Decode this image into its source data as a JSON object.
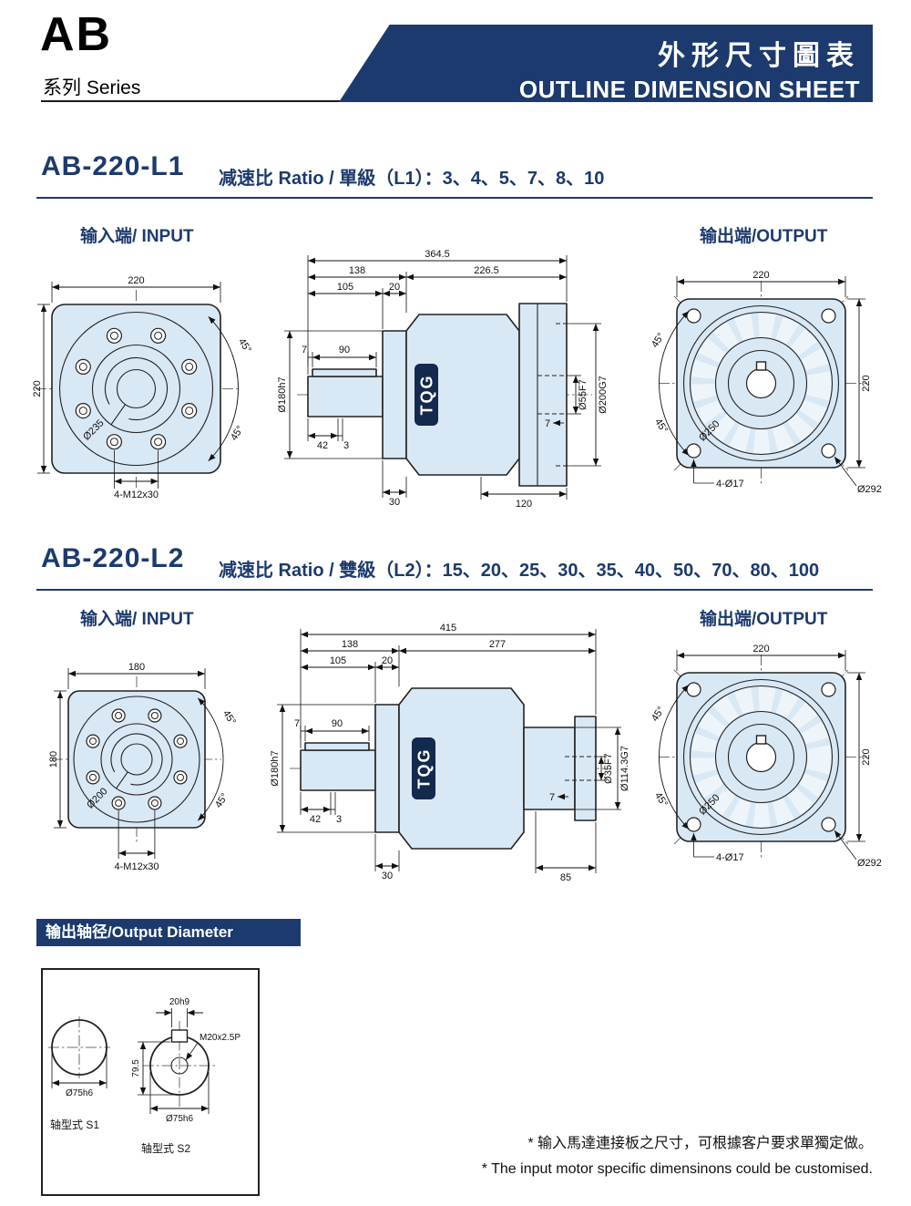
{
  "colors": {
    "navy": "#1c3a6e",
    "drawing-fill": "#d9e8f5"
  },
  "header": {
    "series_code": "AB",
    "series_label": "系列 Series",
    "title_cn": "外形尺寸圖表",
    "title_en": "OUTLINE DIMENSION SHEET"
  },
  "l1": {
    "model": "AB-220-L1",
    "ratio": "减速比 Ratio / 單級（L1）：3、4、5、7、8、10",
    "input_label": "输入端/ INPUT",
    "output_label": "输出端/OUTPUT",
    "input": {
      "dim_w": "220",
      "dim_h": "220",
      "bore": "Ø235",
      "bolts": "4-M12x30",
      "angle_a": "45°",
      "angle_b": "45°"
    },
    "side": {
      "total": "364.5",
      "seg_left": "138",
      "seg_right": "226.5",
      "d105": "105",
      "d20": "20",
      "d7": "7",
      "d90": "90",
      "body_dia": "Ø180h7",
      "d42": "42",
      "d3": "3",
      "d30": "30",
      "d120": "120",
      "d7b": "7",
      "shaft_bore": "Ø55F7",
      "spigot": "Ø200G7",
      "logo": "TQG"
    },
    "output": {
      "dim_w": "220",
      "dim_h": "220",
      "angle_a": "45°",
      "angle_b": "45°",
      "bolt_circle": "Ø250",
      "bolts": "4-Ø17",
      "outer_dia": "Ø292"
    }
  },
  "l2": {
    "model": "AB-220-L2",
    "ratio": "减速比 Ratio / 雙級（L2）：15、20、25、30、35、40、50、70、80、100",
    "input_label": "输入端/ INPUT",
    "output_label": "输出端/OUTPUT",
    "input": {
      "dim_w": "180",
      "dim_h": "180",
      "bore": "Ø200",
      "bolts": "4-M12x30",
      "angle_a": "45°",
      "angle_b": "45°"
    },
    "side": {
      "total": "415",
      "seg_left": "138",
      "seg_right": "277",
      "d105": "105",
      "d20": "20",
      "d7": "7",
      "d90": "90",
      "body_dia": "Ø180h7",
      "d42": "42",
      "d3": "3",
      "d30": "30",
      "d85": "85",
      "d7b": "7",
      "shaft_bore": "Ø35F7",
      "spigot": "Ø114.3G7",
      "logo": "TQG"
    },
    "output": {
      "dim_w": "220",
      "dim_h": "220",
      "angle_a": "45°",
      "angle_b": "45°",
      "bolt_circle": "Ø250",
      "bolts": "4-Ø17",
      "outer_dia": "Ø292"
    }
  },
  "output_diameter": {
    "title": "输出轴径/Output Diameter",
    "s1": {
      "dia": "Ø75h6",
      "label": "轴型式 S1"
    },
    "s2": {
      "key_width": "20h9",
      "depth": "79.5",
      "thread": "M20x2.5P",
      "dia": "Ø75h6",
      "label": "轴型式 S2"
    }
  },
  "notes": {
    "cn": "* 输入馬達連接板之尺寸，可根據客户要求單獨定做。",
    "en": "* The input motor specific dimensinons could be customised."
  }
}
